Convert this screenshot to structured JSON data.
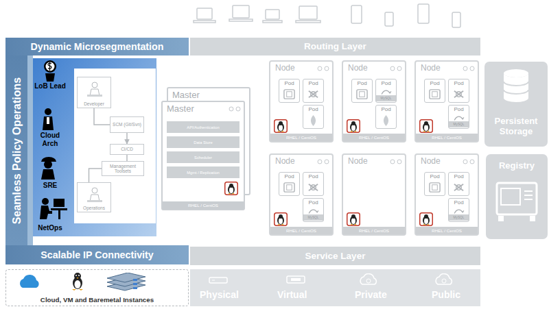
{
  "diagram": {
    "nodes": [
      {
        "text": [
          "Dynamic Microsegmentation"
        ]
      },
      {
        "text": [
          "Seamless Policy Operations"
        ]
      },
      {
        "text": [
          "Scalable IP Connectivity"
        ]
      },
      {
        "text": [
          "Routing Layer"
        ]
      },
      {
        "text": [
          "Service Layer"
        ]
      },
      {
        "text": [
          "Persistent Storage"
        ]
      },
      {
        "text": [
          "Registry"
        ]
      },
      {
        "text": [
          "Physical",
          "Virtual",
          "Private",
          "Public"
        ]
      },
      {
        "text": [
          "Cloud, VM and Baremetal Instances"
        ]
      },
      {
        "text": [
          "Developer"
        ]
      },
      {
        "text": [
          "SCM (Git/Svn)"
        ]
      },
      {
        "text": [
          "CI/CD"
        ]
      },
      {
        "text": [
          "Management Toolsets"
        ]
      },
      {
        "text": [
          "Operations"
        ]
      },
      {
        "text": [
          "Master"
        ]
      },
      {
        "text": [
          "Master",
          "RHEL / CentOS"
        ]
      },
      {
        "text": [
          "API/Authentication"
        ],
        "in": 15
      },
      {
        "text": [
          "Data Store"
        ],
        "in": 15
      },
      {
        "text": [
          "Scheduler"
        ],
        "in": 15
      },
      {
        "text": [
          "Mgmt / Replication"
        ],
        "in": 15
      },
      {
        "text": [
          "Node",
          "RHEL / CentOS"
        ]
      },
      {
        "text": [
          "Pod"
        ],
        "in": 20
      },
      {
        "text": [
          "Pod"
        ],
        "in": 20
      },
      {
        "text": [
          "Pod"
        ],
        "in": 20
      },
      {
        "text": [
          "Node",
          "RHEL / CentOS"
        ]
      },
      {
        "text": [
          "Pod"
        ],
        "in": 24
      },
      {
        "text": [
          "Pod",
          "MySQL"
        ],
        "in": 24
      },
      {
        "text": [
          "Pod"
        ],
        "in": 24
      },
      {
        "text": [
          "Node",
          "RHEL / CentOS"
        ]
      },
      {
        "text": [
          "Pod"
        ],
        "in": 28
      },
      {
        "text": [
          "Pod"
        ],
        "in": 28
      },
      {
        "text": [
          "Pod",
          "MySQL"
        ],
        "in": 28
      },
      {
        "text": [
          "Node",
          "RHEL / CentOS"
        ]
      },
      {
        "text": [
          "Pod"
        ],
        "in": 32
      },
      {
        "text": [
          "Pod"
        ],
        "in": 32
      },
      {
        "text": [
          "Pod",
          "MySQL"
        ],
        "in": 32
      },
      {
        "text": [
          "Node",
          "RHEL / CentOS"
        ]
      },
      {
        "text": [
          "Node",
          "RHEL / CentOS"
        ]
      },
      {
        "text": [
          "Pod"
        ],
        "in": 37
      },
      {
        "text": [
          "Pod"
        ],
        "in": 37
      },
      {
        "text": [
          "Pod",
          "MySQL"
        ],
        "in": 37
      }
    ],
    "edges": [
      {
        "from": 9,
        "to": 10,
        "arrow": "none"
      },
      {
        "from": 10,
        "to": 11,
        "arrow": "to"
      },
      {
        "from": 11,
        "to": 12,
        "arrow": "none"
      },
      {
        "from": 12,
        "to": 13,
        "arrow": "none"
      }
    ],
    "labels": [
      "LoB Lead",
      "Cloud Arch",
      "SRE",
      "NetOps"
    ]
  }
}
